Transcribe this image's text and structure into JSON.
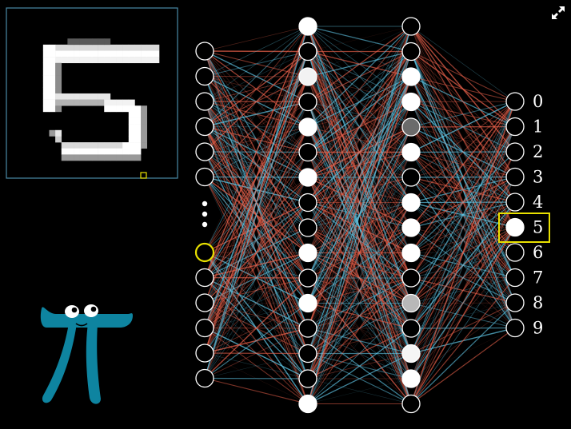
{
  "input_image": {
    "digit": "5",
    "frame_color": "#4a8aa6"
  },
  "network": {
    "input_layer": {
      "visible_top_neurons": 6,
      "visible_bottom_neurons": 6,
      "ellipsis_dots": 3,
      "highlighted_neuron_color": "#e8e000"
    },
    "hidden_layer_1": {
      "activations": [
        1,
        0,
        0.95,
        0,
        1,
        0,
        1,
        0,
        0,
        1,
        0,
        1,
        0,
        0,
        0,
        1
      ]
    },
    "hidden_layer_2": {
      "activations": [
        0,
        0,
        1,
        1,
        0.42,
        1,
        0,
        1,
        1,
        1,
        0,
        0.72,
        0,
        0.96,
        1,
        0
      ]
    },
    "output_layer": {
      "labels": [
        "0",
        "1",
        "2",
        "3",
        "4",
        "5",
        "6",
        "7",
        "8",
        "9"
      ],
      "activations": [
        0,
        0,
        0,
        0,
        0,
        1,
        0,
        0,
        0,
        0
      ],
      "highlighted_index": 5,
      "highlight_color": "#e8e000"
    },
    "edge_colors": {
      "positive": "#5fc6e6",
      "negative": "#e8604a"
    }
  },
  "mascot": {
    "name": "pi-creature-icon",
    "color": "#0e84a0"
  },
  "controls": {
    "expand_icon": "expand-icon"
  }
}
